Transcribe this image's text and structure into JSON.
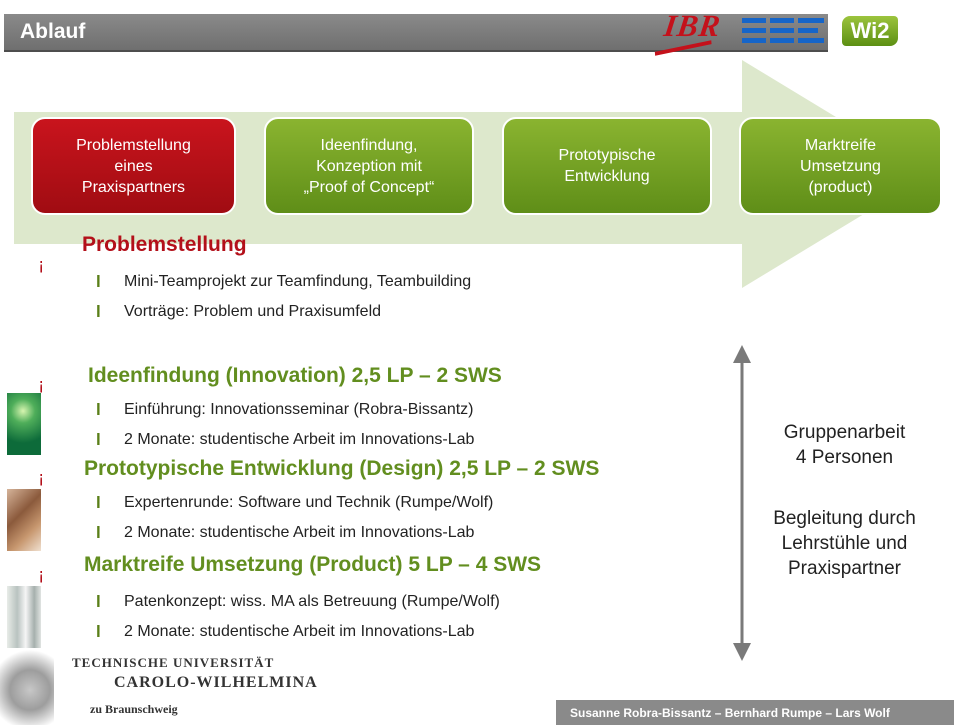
{
  "header": {
    "title": "Ablauf",
    "logo_ibr": "IBR",
    "logo_wi2": "Wi2"
  },
  "steps": [
    {
      "label": "Problemstellung\neines\nPraxispartners",
      "color": "#b3101a"
    },
    {
      "label": "Ideenfindung,\nKonzeption mit\n„Proof of Concept“",
      "color": "#6f9a1e"
    },
    {
      "label": "Prototypische\nEntwicklung",
      "color": "#6f9a1e"
    },
    {
      "label": "Marktreife\nUmsetzung\n(product)",
      "color": "#6f9a1e"
    }
  ],
  "sections": [
    {
      "bullet": "¡",
      "heading": "Problemstellung",
      "items": [
        {
          "marker": "l",
          "text": "Mini-Teamprojekt zur Teamfindung, Teambuilding"
        },
        {
          "marker": "l",
          "text": "Vorträge: Problem und Praxisumfeld"
        }
      ]
    },
    {
      "bullet": "¡",
      "heading": "Ideenfindung (Innovation) 2,5 LP – 2 SWS",
      "items": [
        {
          "marker": "l",
          "text": "Einführung: Innovationsseminar (Robra-Bissantz)"
        },
        {
          "marker": "l",
          "text": "2 Monate: studentische Arbeit im Innovations-Lab"
        }
      ]
    },
    {
      "bullet": "¡",
      "heading": "Prototypische Entwicklung (Design) 2,5 LP – 2 SWS",
      "items": [
        {
          "marker": "l",
          "text": "Expertenrunde: Software und Technik (Rumpe/Wolf)"
        },
        {
          "marker": "l",
          "text": "2 Monate: studentische Arbeit im Innovations-Lab"
        }
      ]
    },
    {
      "bullet": "¡",
      "heading": "Marktreife Umsetzung (Product) 5 LP – 4 SWS",
      "items": [
        {
          "marker": "l",
          "text": "Patenkonzept: wiss. MA als Betreuung (Rumpe/Wolf)"
        },
        {
          "marker": "l",
          "text": "2 Monate: studentische Arbeit im Innovations-Lab"
        }
      ]
    }
  ],
  "side": {
    "group_line1": "Gruppenarbeit",
    "group_line2": "4 Personen",
    "support_line1": "Begleitung durch",
    "support_line2": "Lehrstühle und",
    "support_line3": "Praxispartner"
  },
  "footer": {
    "uni_line1": "TECHNISCHE UNIVERSITÄT",
    "uni_line2": "CAROLO-WILHELMINA",
    "uni_line3": "zu Braunschweig",
    "authors": "Susanne Robra-Bissantz –  Bernhard Rumpe – Lars Wolf"
  },
  "colors": {
    "red": "#b3101a",
    "green": "#628e1f",
    "arrow": "#dde8cc",
    "title_bar": "#7a7a7a"
  }
}
